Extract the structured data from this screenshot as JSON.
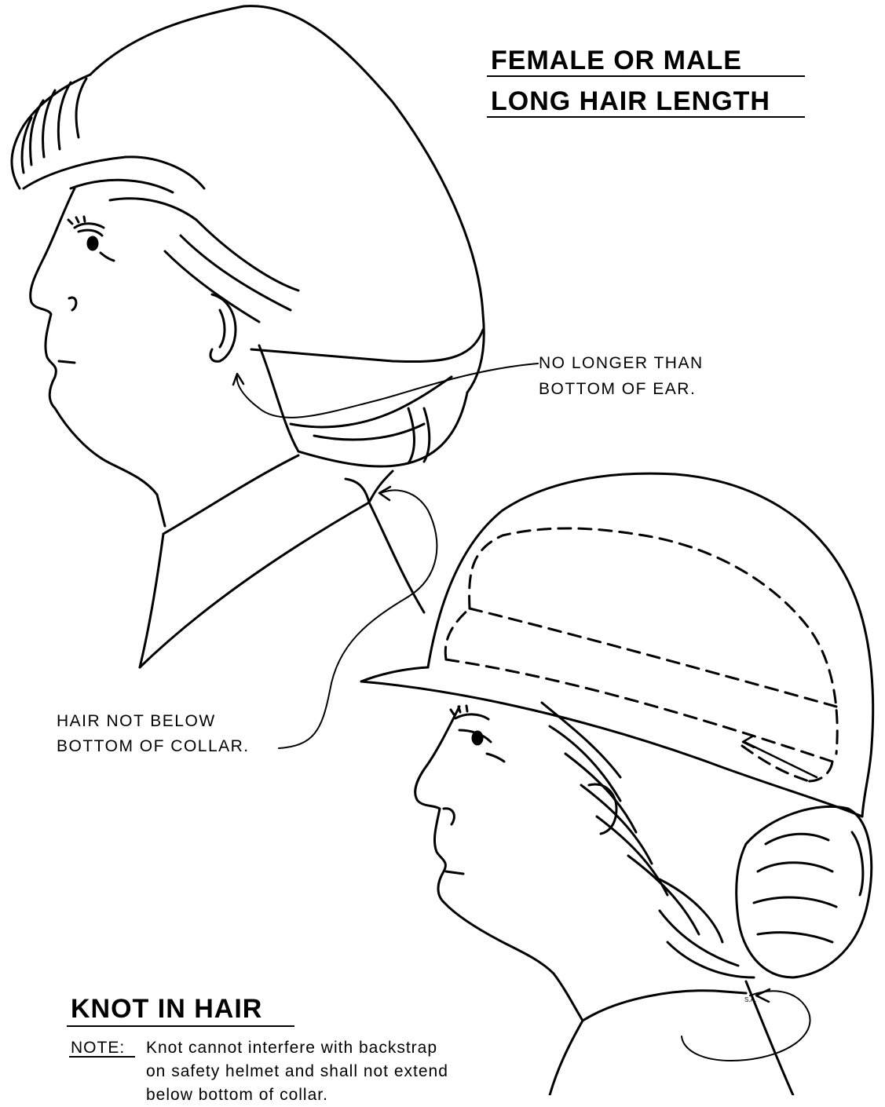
{
  "title": {
    "line1": "FEMALE OR MALE",
    "line2": "LONG HAIR LENGTH"
  },
  "callouts": {
    "ear_line1": "NO LONGER THAN",
    "ear_line2": "BOTTOM OF EAR.",
    "collar_line1": "HAIR NOT BELOW",
    "collar_line2": "BOTTOM OF COLLAR."
  },
  "knot": {
    "heading": "KNOT IN HAIR",
    "note_label": "NOTE:",
    "note_line1": "Knot cannot interfere with backstrap",
    "note_line2": "on safety helmet and shall not extend",
    "note_line3": "below bottom of collar."
  },
  "artist_initials": "S.A."
}
